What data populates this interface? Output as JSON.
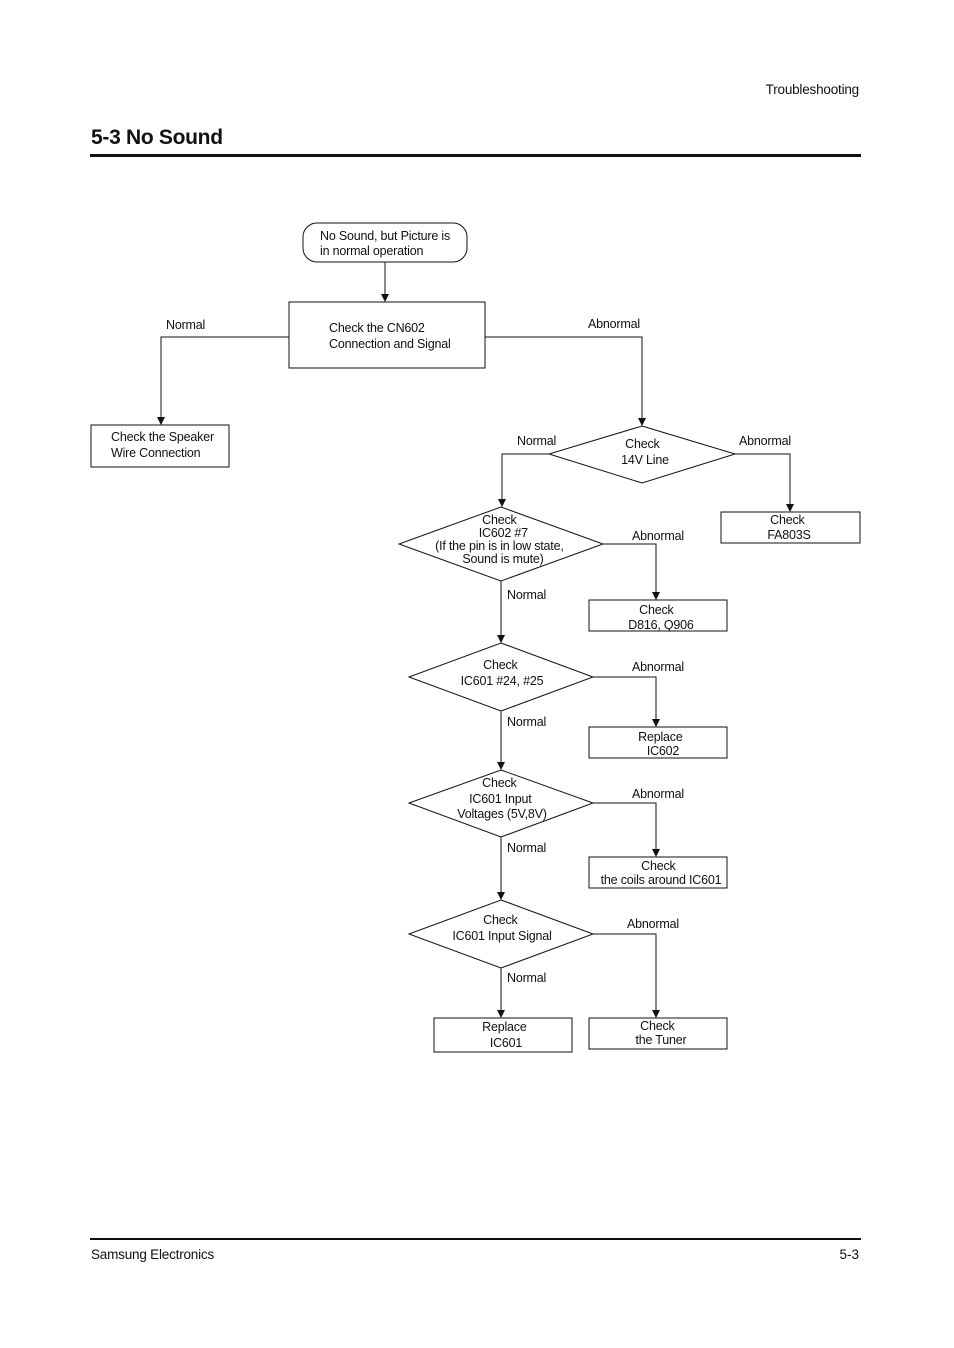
{
  "header": {
    "section_label": "Troubleshooting"
  },
  "title": "5-3 No Sound",
  "footer": {
    "company": "Samsung Electronics",
    "page": "5-3"
  },
  "flowchart": {
    "start": [
      "No Sound, but Picture is",
      "in normal operation"
    ],
    "check_cn602": [
      "Check the CN602",
      "Connection and Signal"
    ],
    "check_speaker": [
      "Check the Speaker",
      "Wire Connection"
    ],
    "check_14v": [
      "Check",
      "14V Line"
    ],
    "check_fa803s": [
      "Check",
      "FA803S"
    ],
    "check_ic602_pin7": [
      "Check",
      "IC602 #7",
      "(If the pin is in low state,",
      "Sound is mute)"
    ],
    "check_d816": [
      "Check",
      "D816, Q906"
    ],
    "check_ic601_24_25": [
      "Check",
      "IC601 #24, #25"
    ],
    "replace_ic602": [
      "Replace",
      "IC602"
    ],
    "check_ic601_voltages": [
      "Check",
      "IC601 Input",
      "Voltages (5V,8V)"
    ],
    "check_coils": [
      "Check",
      "the coils around IC601"
    ],
    "check_ic601_signal": [
      "Check",
      "IC601 Input Signal"
    ],
    "replace_ic601": [
      "Replace",
      "IC601"
    ],
    "check_tuner": [
      "Check",
      "the Tuner"
    ],
    "label_normal": "Normal",
    "label_abnormal": "Abnormal"
  }
}
